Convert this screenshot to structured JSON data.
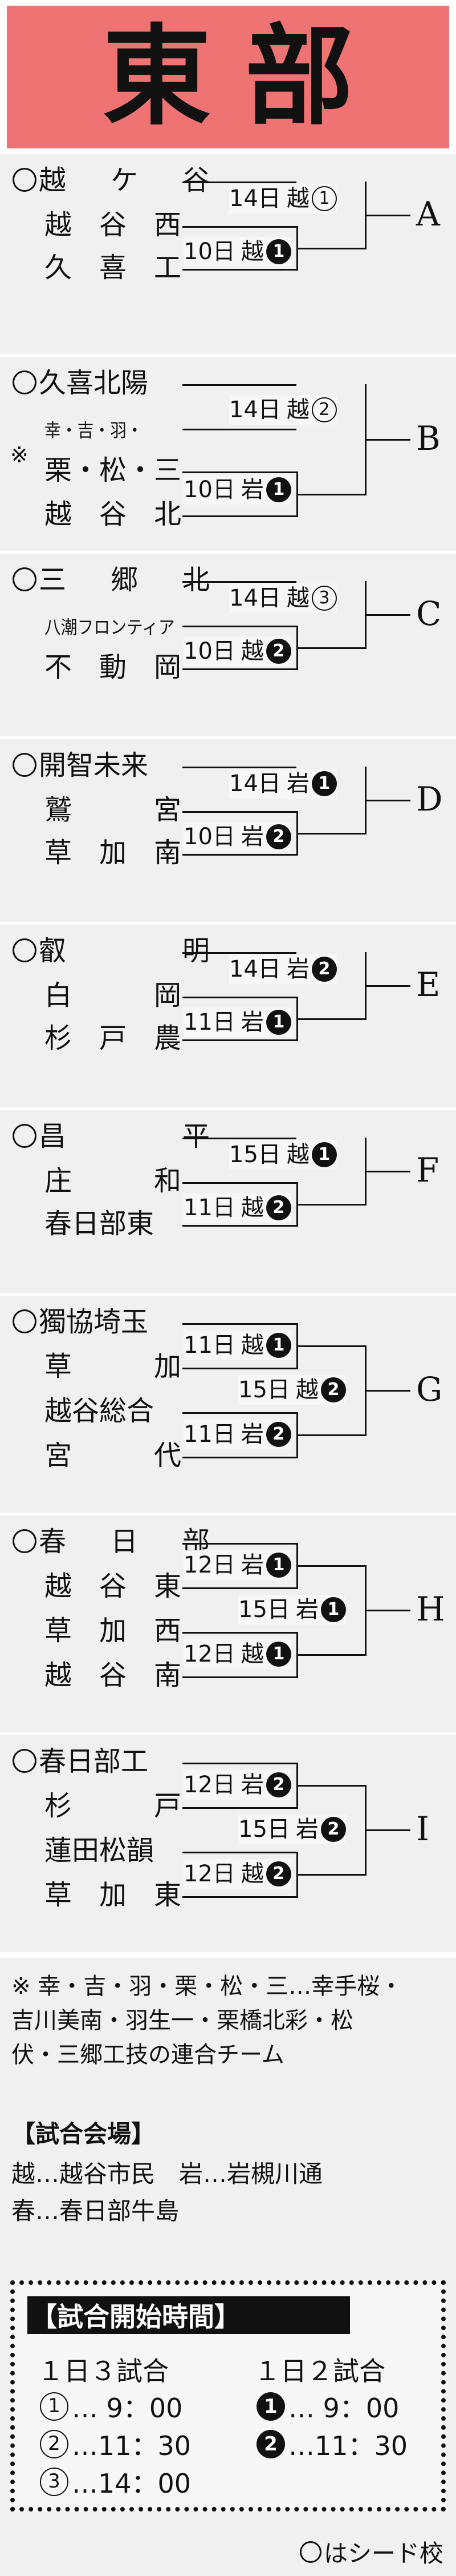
{
  "header": {
    "title": "東部"
  },
  "groups": [
    {
      "letter": "A",
      "teams": [
        "越ケ谷",
        "越谷西",
        "久喜工"
      ],
      "seed": [
        true,
        false,
        false
      ],
      "matches": [
        {
          "date": "14日",
          "venue": "越",
          "num": "1",
          "filled": false
        },
        {
          "date": "10日",
          "venue": "越",
          "num": "1",
          "filled": true
        }
      ]
    },
    {
      "letter": "B",
      "teams": [
        "久喜北陽",
        "幸・吉・羽・",
        "栗・松・三",
        "越谷北"
      ],
      "seed": [
        true,
        false,
        false,
        false
      ],
      "note_mark": "※",
      "matches": [
        {
          "date": "14日",
          "venue": "越",
          "num": "2",
          "filled": false
        },
        {
          "date": "10日",
          "venue": "岩",
          "num": "1",
          "filled": true
        }
      ]
    },
    {
      "letter": "C",
      "teams": [
        "三郷北",
        "八潮フロンティア",
        "不動岡"
      ],
      "seed": [
        true,
        false,
        false
      ],
      "matches": [
        {
          "date": "14日",
          "venue": "越",
          "num": "3",
          "filled": false
        },
        {
          "date": "10日",
          "venue": "越",
          "num": "2",
          "filled": true
        }
      ]
    },
    {
      "letter": "D",
      "teams": [
        "開智未来",
        "鷲宮",
        "草加南"
      ],
      "seed": [
        true,
        false,
        false
      ],
      "matches": [
        {
          "date": "14日",
          "venue": "岩",
          "num": "1",
          "filled": true
        },
        {
          "date": "10日",
          "venue": "岩",
          "num": "2",
          "filled": true
        }
      ]
    },
    {
      "letter": "E",
      "teams": [
        "叡明",
        "白岡",
        "杉戸農"
      ],
      "seed": [
        true,
        false,
        false
      ],
      "matches": [
        {
          "date": "14日",
          "venue": "岩",
          "num": "2",
          "filled": true
        },
        {
          "date": "11日",
          "venue": "岩",
          "num": "1",
          "filled": true
        }
      ]
    },
    {
      "letter": "F",
      "teams": [
        "昌平",
        "庄和",
        "春日部東"
      ],
      "seed": [
        true,
        false,
        false
      ],
      "matches": [
        {
          "date": "15日",
          "venue": "越",
          "num": "1",
          "filled": true
        },
        {
          "date": "11日",
          "venue": "越",
          "num": "2",
          "filled": true
        }
      ]
    },
    {
      "letter": "G",
      "teams": [
        "獨協埼玉",
        "草加",
        "越谷総合",
        "宮代"
      ],
      "seed": [
        true,
        false,
        false,
        false
      ],
      "matches": [
        {
          "date": "11日",
          "venue": "越",
          "num": "1",
          "filled": true
        },
        {
          "date": "15日",
          "venue": "越",
          "num": "2",
          "filled": true
        },
        {
          "date": "11日",
          "venue": "岩",
          "num": "2",
          "filled": true
        }
      ]
    },
    {
      "letter": "H",
      "teams": [
        "春日部",
        "越谷東",
        "草加西",
        "越谷南"
      ],
      "seed": [
        true,
        false,
        false,
        false
      ],
      "matches": [
        {
          "date": "12日",
          "venue": "岩",
          "num": "1",
          "filled": true
        },
        {
          "date": "15日",
          "venue": "岩",
          "num": "1",
          "filled": true
        },
        {
          "date": "12日",
          "venue": "越",
          "num": "1",
          "filled": true
        }
      ]
    },
    {
      "letter": "I",
      "teams": [
        "春日部工",
        "杉戸",
        "蓮田松韻",
        "草加東"
      ],
      "seed": [
        true,
        false,
        false,
        false
      ],
      "matches": [
        {
          "date": "12日",
          "venue": "岩",
          "num": "2",
          "filled": true
        },
        {
          "date": "15日",
          "venue": "岩",
          "num": "2",
          "filled": true
        },
        {
          "date": "12日",
          "venue": "越",
          "num": "2",
          "filled": true
        }
      ]
    }
  ],
  "footnote": {
    "lines": [
      "※ 幸・吉・羽・栗・松・三…幸手桜・",
      "吉川美南・羽生一・栗橋北彩・松",
      "伏・三郷工技の連合チーム"
    ]
  },
  "venues": {
    "title": "【試合会場】",
    "lines": [
      "越…越谷市民　岩…岩槻川通",
      "春…春日部牛島"
    ]
  },
  "schedule": {
    "title": "【試合開始時間】",
    "col1_header": "１日３試合",
    "col2_header": "１日２試合",
    "col1": [
      {
        "num": "1",
        "time": "… 9：00"
      },
      {
        "num": "2",
        "time": "…11：30"
      },
      {
        "num": "3",
        "time": "…14：00"
      }
    ],
    "col2": [
      {
        "num": "1",
        "time": "… 9：00"
      },
      {
        "num": "2",
        "time": "…11：30"
      }
    ]
  },
  "seed_note": "はシード校"
}
